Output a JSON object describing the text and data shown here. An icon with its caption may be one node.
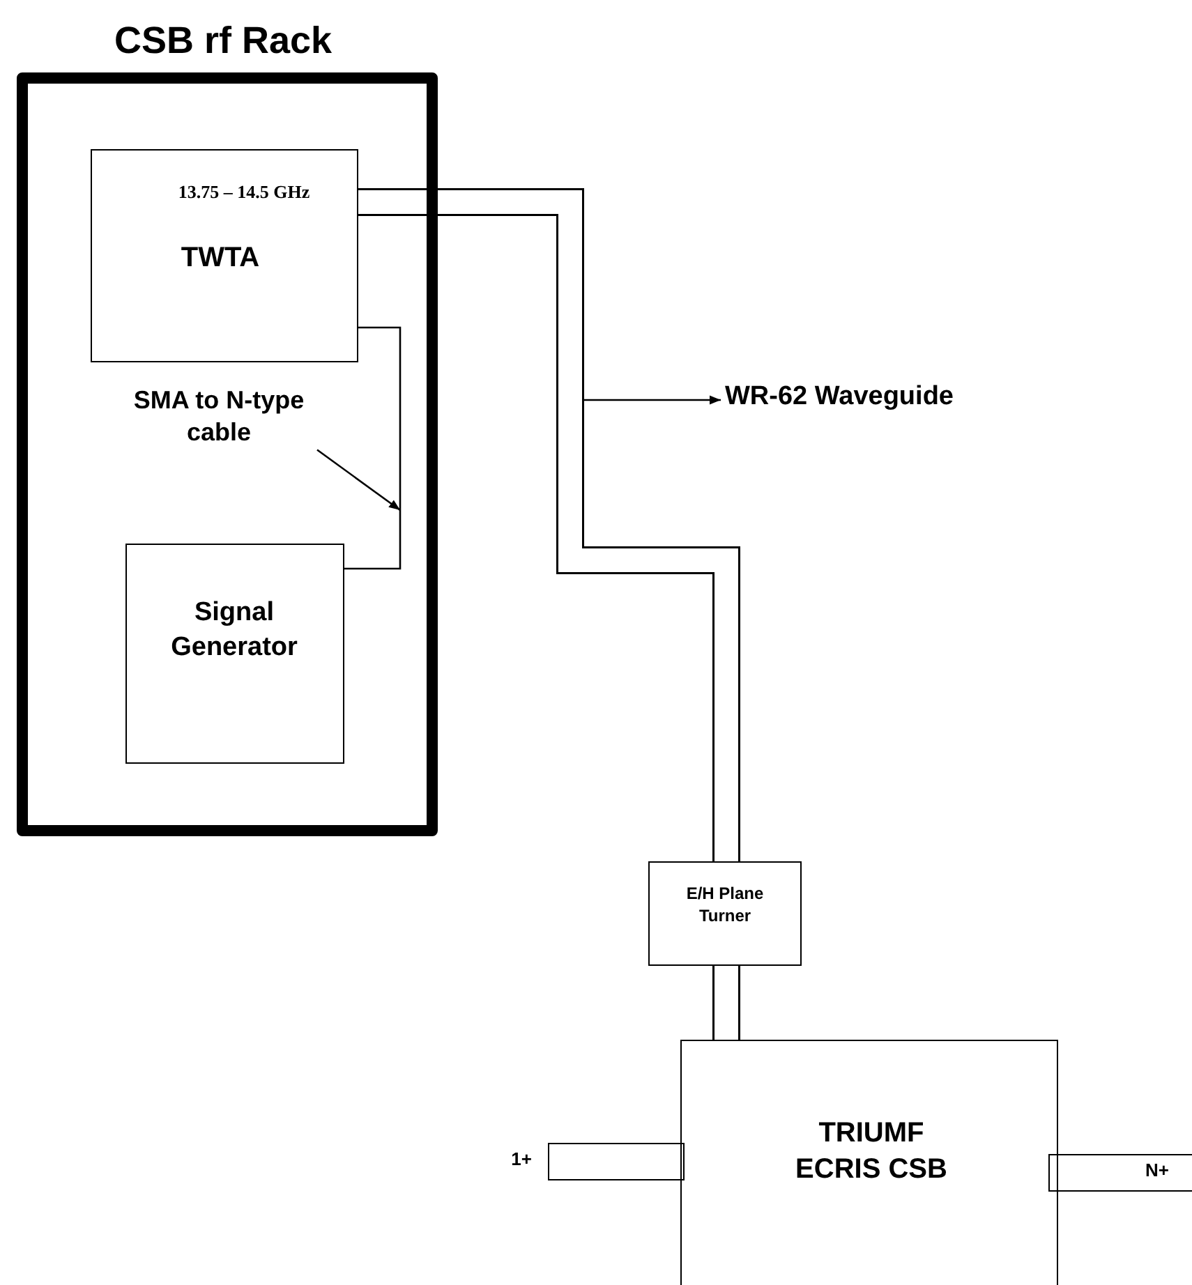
{
  "diagram": {
    "nodes": [
      {
        "text": [
          "CSB rf Rack"
        ]
      },
      {
        "text": [
          "13.75 – 14.5 GHz",
          "TWTA"
        ],
        "in": 0
      },
      {
        "text": [
          "SMA to N-type cable"
        ],
        "in": 0
      },
      {
        "text": [
          "Signal Generator"
        ],
        "in": 0
      },
      {
        "text": [
          "WR-62 Waveguide"
        ]
      },
      {
        "text": [
          "E/H Plane Turner"
        ]
      },
      {
        "text": [
          "TRIUMF ECRIS CSB"
        ]
      },
      {
        "text": [
          "1+"
        ]
      },
      {
        "text": [
          "N+"
        ]
      }
    ],
    "edges": [
      {
        "from": 1,
        "to": 3,
        "arrow": "none"
      },
      {
        "from": 2,
        "to": null,
        "arrow": "to"
      },
      {
        "from": 1,
        "to": 5,
        "arrow": "none",
        "style": "thick"
      },
      {
        "from": null,
        "to": 4,
        "arrow": "to"
      },
      {
        "from": 5,
        "to": 6,
        "arrow": "none",
        "style": "thick"
      }
    ]
  }
}
